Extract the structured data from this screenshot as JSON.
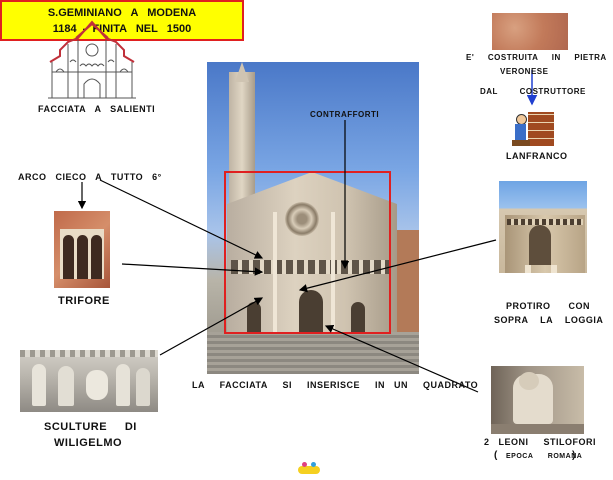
{
  "title": {
    "line1": "S.GEMINIANO   A   MODENA",
    "line2": "1184  -  FINITA   NEL   1500"
  },
  "labels": {
    "facciata_salienti": "FACCIATA   A   SALIENTI",
    "arco_cieco": "ARCO   CIECO   A   TUTTO   6°",
    "trifore": "TRIFORE",
    "sculture_line1": "SCULTURE     DI",
    "sculture_line2": "WILIGELMO",
    "contrafforti": "CONTRAFFORTI",
    "quadrato": "LA     FACCIATA     SI     INSERISCE     IN   UN     QUADRATO",
    "costruita_line1": "E'     COSTRUITA     IN     PIETRA",
    "costruita_line2": "VERONESE",
    "costruita_line3": "DAL        COSTRUTTORE",
    "lanfranco": "LANFRANCO",
    "protiro_line1": "PROTIRO      CON",
    "protiro_line2": "SOPRA    LA    LOGGIA",
    "leoni_line1": "2   LEONI     STILOFORI",
    "leoni_open": "(",
    "leoni_line2": "EPOCA      ROMANA",
    "leoni_close": ")"
  },
  "colors": {
    "title_bg": "#ffff00",
    "title_border": "#e02020",
    "square": "#e02020",
    "arrow": "#000000",
    "blue_arrow": "#2040d0"
  }
}
